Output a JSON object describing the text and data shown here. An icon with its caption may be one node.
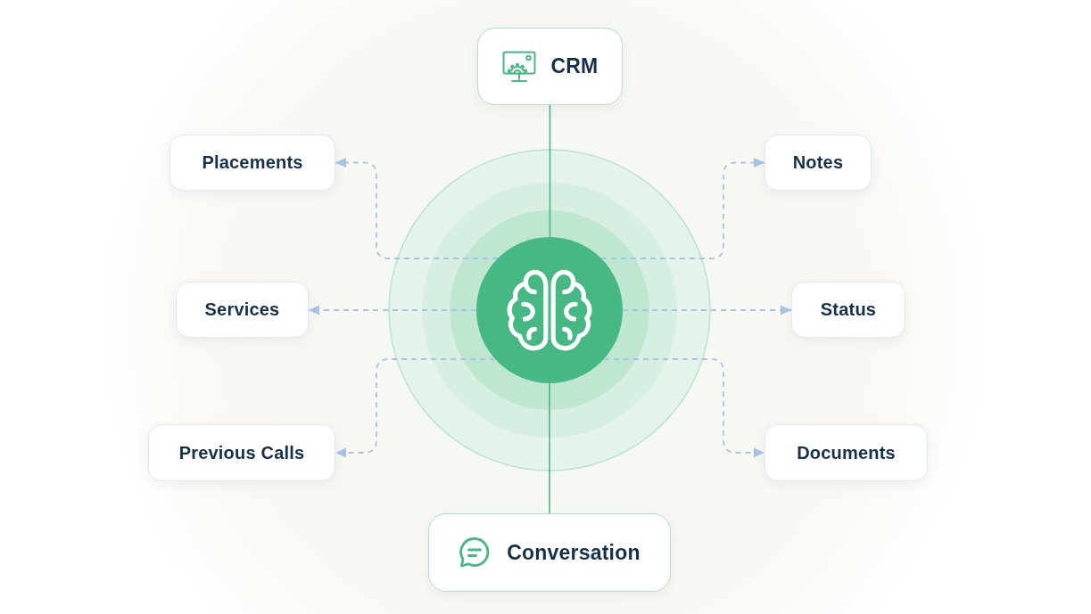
{
  "diagram": {
    "nodes": [
      {
        "text": [
          "CRM"
        ]
      },
      {
        "text": [
          "Placements"
        ]
      },
      {
        "text": [
          "Notes"
        ]
      },
      {
        "text": [
          "Services"
        ]
      },
      {
        "text": [],
        "shape": "circle"
      },
      {
        "text": [
          "Status"
        ]
      },
      {
        "text": [
          "Previous Calls"
        ]
      },
      {
        "text": [
          "Documents"
        ]
      },
      {
        "text": [
          "Conversation"
        ]
      }
    ],
    "edges": [
      {
        "from": 0,
        "to": 4,
        "arrow": "none",
        "color": "#4db584"
      },
      {
        "from": 4,
        "to": 8,
        "arrow": "none",
        "color": "#4db584"
      },
      {
        "from": 4,
        "to": 1,
        "arrow": "to",
        "style": "dashed"
      },
      {
        "from": 4,
        "to": 2,
        "arrow": "to",
        "style": "dashed"
      },
      {
        "from": 4,
        "to": 3,
        "arrow": "to",
        "style": "dashed"
      },
      {
        "from": 4,
        "to": 5,
        "arrow": "to",
        "style": "dashed"
      },
      {
        "from": 4,
        "to": 6,
        "arrow": "to",
        "style": "dashed"
      },
      {
        "from": 4,
        "to": 7,
        "arrow": "to",
        "style": "dashed"
      }
    ]
  }
}
